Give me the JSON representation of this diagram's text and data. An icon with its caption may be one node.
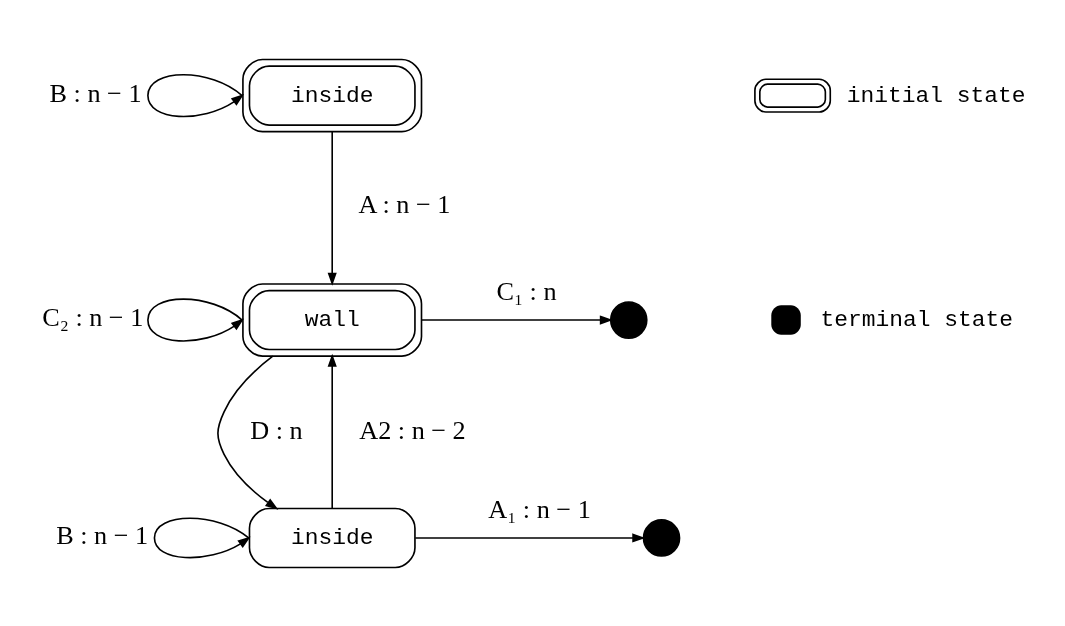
{
  "diagram": {
    "nodes": [
      {
        "text": [
          "inside"
        ]
      },
      {
        "text": [
          "wall"
        ]
      },
      {
        "text": [
          "inside"
        ]
      },
      {
        "text": [],
        "shape": "circle"
      },
      {
        "text": [],
        "shape": "circle"
      }
    ],
    "edges": [
      {
        "from": 0,
        "to": 0,
        "arrow": "to",
        "label": "B : n − 1"
      },
      {
        "from": 0,
        "to": 1,
        "arrow": "to",
        "label": "A : n − 1"
      },
      {
        "from": 1,
        "to": 1,
        "arrow": "to",
        "label": "C₂ : n − 1"
      },
      {
        "from": 1,
        "to": 3,
        "arrow": "to",
        "label": "C₁ : n"
      },
      {
        "from": 1,
        "to": 2,
        "arrow": "to",
        "label": "D : n"
      },
      {
        "from": 2,
        "to": 1,
        "arrow": "to",
        "label": "A2 : n − 2"
      },
      {
        "from": 2,
        "to": 2,
        "arrow": "to",
        "label": "B : n − 1"
      },
      {
        "from": 2,
        "to": 4,
        "arrow": "to",
        "label": "A₁ : n − 1"
      }
    ],
    "legend": [
      {
        "text": "initial state"
      },
      {
        "text": "terminal state"
      }
    ]
  }
}
